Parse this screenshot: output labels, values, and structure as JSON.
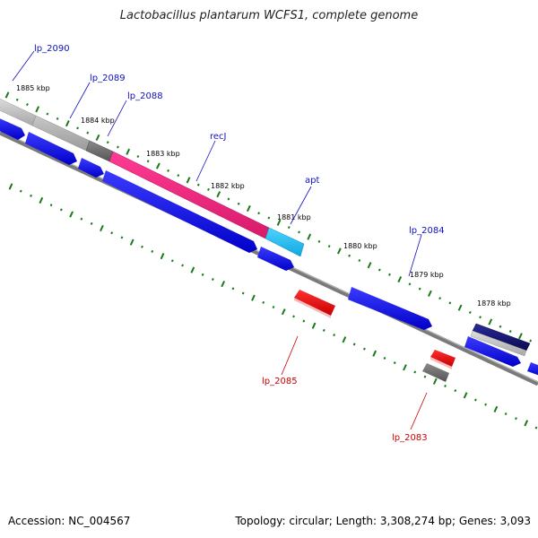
{
  "title": "Lactobacillus plantarum WCFS1, complete genome",
  "footer": {
    "accession": "Accession: NC_004567",
    "topology": "Topology: circular; Length: 3,308,274 bp; Genes: 3,093"
  },
  "colors": {
    "background": "#ffffff",
    "backbone": "#808080",
    "tick": "#1b7a1b",
    "cds_forward": "#0000ee",
    "cds_reverse": "#ee0000",
    "gene_label_forward": "#1010c0",
    "gene_label_reverse": "#cc0000",
    "recJ": "#f0287f",
    "apt": "#22c0ef",
    "lp_2089": "#b5b5b5",
    "lp_2090": "#c8c8c8",
    "other_gray": "#707070",
    "navy": "#101070"
  },
  "scale_labels": [
    "1885 kbp",
    "1884 kbp",
    "1883 kbp",
    "1882 kbp",
    "1881 kbp",
    "1880 kbp",
    "1879 kbp",
    "1878 kbp"
  ],
  "gene_labels": {
    "forward": [
      "lp_2090",
      "lp_2089",
      "lp_2088",
      "recJ",
      "apt",
      "lp_2084"
    ],
    "reverse": [
      "lp_2085",
      "lp_2083"
    ]
  }
}
